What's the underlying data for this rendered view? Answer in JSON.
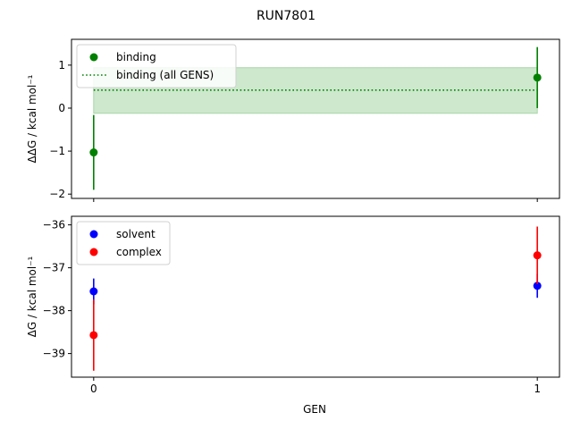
{
  "title": "RUN7801",
  "xlabel": "GEN",
  "colors": {
    "binding": "#008000",
    "band": "#cde8cd",
    "solvent": "#0000ff",
    "complex": "#ff0000",
    "axis": "#000000"
  },
  "chart_data": [
    {
      "type": "scatter",
      "panel": "top",
      "ylabel": "ΔΔG / kcal mol⁻¹",
      "xlim": [
        -0.05,
        1.05
      ],
      "ylim": [
        -2.1,
        1.6
      ],
      "xticks": [
        0,
        1
      ],
      "xtick_labels_shown": false,
      "yticks": [
        -2,
        -1,
        0,
        1
      ],
      "ytick_labels": [
        "−2",
        "−1",
        "0",
        "1"
      ],
      "legend_position": "top-left",
      "series": [
        {
          "name": "binding",
          "kind": "errorbar",
          "color": "#008000",
          "x": [
            0,
            1
          ],
          "y": [
            -1.03,
            0.71
          ],
          "yerr": [
            0.87,
            0.71
          ]
        },
        {
          "name": "binding (all GENS)",
          "kind": "hline-band",
          "color": "#008000",
          "line_style": "dotted",
          "x": [
            0,
            1
          ],
          "y": 0.42,
          "band": [
            -0.12,
            0.94
          ]
        }
      ]
    },
    {
      "type": "scatter",
      "panel": "bottom",
      "ylabel": "ΔG / kcal mol⁻¹",
      "xlim": [
        -0.05,
        1.05
      ],
      "ylim": [
        -39.55,
        -35.8
      ],
      "xticks": [
        0,
        1
      ],
      "xtick_labels": [
        "0",
        "1"
      ],
      "yticks": [
        -39,
        -38,
        -37,
        -36
      ],
      "ytick_labels": [
        "−39",
        "−38",
        "−37",
        "−36"
      ],
      "legend_position": "top-left",
      "series": [
        {
          "name": "solvent",
          "kind": "errorbar",
          "color": "#0000ff",
          "x": [
            0,
            1
          ],
          "y": [
            -37.55,
            -37.42
          ],
          "yerr": [
            0.3,
            0.28
          ]
        },
        {
          "name": "complex",
          "kind": "errorbar",
          "color": "#ff0000",
          "x": [
            0,
            1
          ],
          "y": [
            -38.57,
            -36.71
          ],
          "yerr": [
            0.83,
            0.67
          ]
        }
      ]
    }
  ]
}
